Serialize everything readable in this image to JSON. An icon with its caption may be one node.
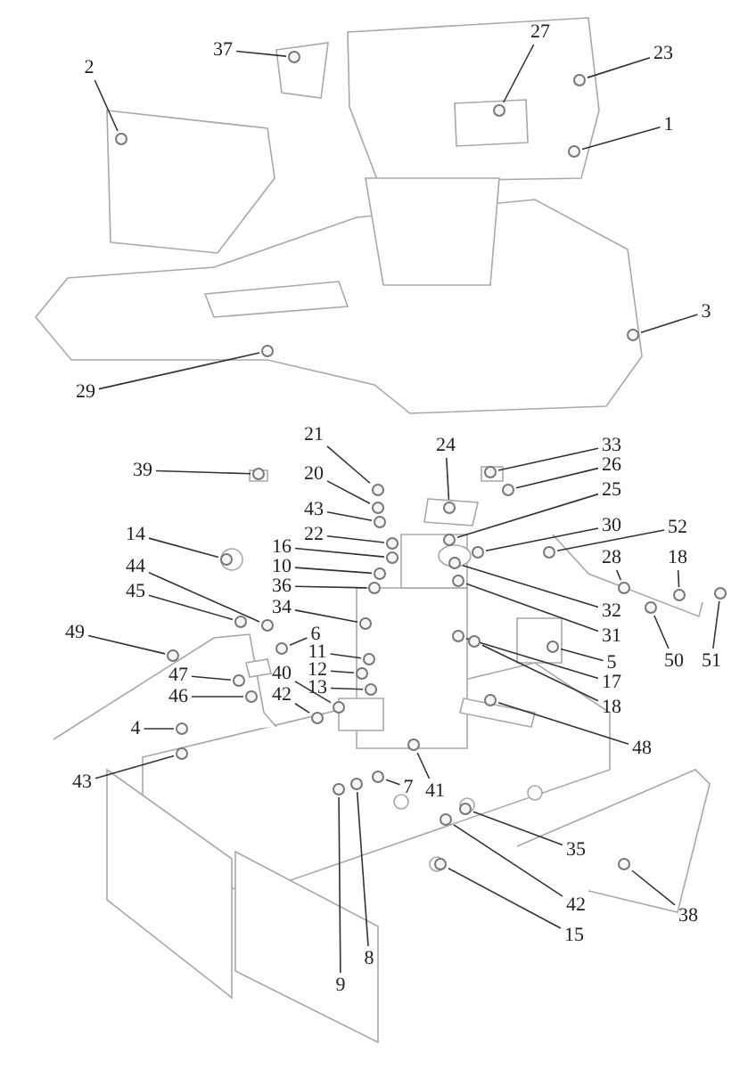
{
  "diagram": {
    "nodes": [
      {
        "text": [
          "37"
        ]
      },
      {
        "text": [
          "2"
        ]
      },
      {
        "text": [
          "27"
        ]
      },
      {
        "text": [
          "23"
        ]
      },
      {
        "text": [
          "1"
        ]
      },
      {
        "text": [
          "3"
        ]
      },
      {
        "text": [
          "29"
        ]
      },
      {
        "text": [
          "21"
        ]
      },
      {
        "text": [
          "24"
        ]
      },
      {
        "text": [
          "33"
        ]
      },
      {
        "text": [
          "39"
        ]
      },
      {
        "text": [
          "20"
        ]
      },
      {
        "text": [
          "26"
        ]
      },
      {
        "text": [
          "43"
        ]
      },
      {
        "text": [
          "25"
        ]
      },
      {
        "text": [
          "22"
        ]
      },
      {
        "text": [
          "30"
        ]
      },
      {
        "text": [
          "52"
        ]
      },
      {
        "text": [
          "14"
        ]
      },
      {
        "text": [
          "16"
        ]
      },
      {
        "text": [
          "10"
        ]
      },
      {
        "text": [
          "28"
        ]
      },
      {
        "text": [
          "18"
        ]
      },
      {
        "text": [
          "44"
        ]
      },
      {
        "text": [
          "36"
        ]
      },
      {
        "text": [
          "45"
        ]
      },
      {
        "text": [
          "34"
        ]
      },
      {
        "text": [
          "32"
        ]
      },
      {
        "text": [
          "49"
        ]
      },
      {
        "text": [
          "6"
        ]
      },
      {
        "text": [
          "31"
        ]
      },
      {
        "text": [
          "11"
        ]
      },
      {
        "text": [
          "50"
        ]
      },
      {
        "text": [
          "51"
        ]
      },
      {
        "text": [
          "5"
        ]
      },
      {
        "text": [
          "12"
        ]
      },
      {
        "text": [
          "40"
        ]
      },
      {
        "text": [
          "47"
        ]
      },
      {
        "text": [
          "17"
        ]
      },
      {
        "text": [
          "13"
        ]
      },
      {
        "text": [
          "42"
        ]
      },
      {
        "text": [
          "46"
        ]
      },
      {
        "text": [
          "18"
        ]
      },
      {
        "text": [
          "4"
        ]
      },
      {
        "text": [
          "48"
        ]
      },
      {
        "text": [
          "43"
        ]
      },
      {
        "text": [
          "7"
        ]
      },
      {
        "text": [
          "41"
        ]
      },
      {
        "text": [
          "35"
        ]
      },
      {
        "text": [
          "42"
        ]
      },
      {
        "text": [
          "38"
        ]
      },
      {
        "text": [
          "15"
        ]
      },
      {
        "text": [
          "8"
        ]
      },
      {
        "text": [
          "9"
        ]
      },
      {
        "text": [],
        "shape": "circle"
      },
      {
        "text": [],
        "shape": "circle"
      },
      {
        "text": [],
        "shape": "circle"
      },
      {
        "text": [],
        "shape": "circle"
      },
      {
        "text": [],
        "shape": "circle"
      },
      {
        "text": [],
        "shape": "circle"
      },
      {
        "text": [],
        "shape": "circle"
      },
      {
        "text": [],
        "shape": "circle"
      },
      {
        "text": [],
        "shape": "circle"
      },
      {
        "text": [],
        "shape": "circle"
      },
      {
        "text": [],
        "shape": "circle"
      },
      {
        "text": [],
        "shape": "circle"
      },
      {
        "text": [],
        "shape": "circle"
      },
      {
        "text": [],
        "shape": "circle"
      },
      {
        "text": [],
        "shape": "circle"
      },
      {
        "text": [],
        "shape": "circle"
      },
      {
        "text": [],
        "shape": "circle"
      },
      {
        "text": [],
        "shape": "circle"
      },
      {
        "text": [],
        "shape": "circle"
      },
      {
        "text": [],
        "shape": "circle"
      },
      {
        "text": [],
        "shape": "circle"
      },
      {
        "text": [],
        "shape": "circle"
      },
      {
        "text": [],
        "shape": "circle"
      },
      {
        "text": [],
        "shape": "circle"
      },
      {
        "text": [],
        "shape": "circle"
      },
      {
        "text": [],
        "shape": "circle"
      },
      {
        "text": [],
        "shape": "circle"
      },
      {
        "text": [],
        "shape": "circle"
      },
      {
        "text": [],
        "shape": "circle"
      },
      {
        "text": [],
        "shape": "circle"
      },
      {
        "text": [],
        "shape": "circle"
      },
      {
        "text": [],
        "shape": "circle"
      },
      {
        "text": [],
        "shape": "circle"
      },
      {
        "text": [],
        "shape": "circle"
      },
      {
        "text": [],
        "shape": "circle"
      },
      {
        "text": [],
        "shape": "circle"
      },
      {
        "text": [],
        "shape": "circle"
      },
      {
        "text": [],
        "shape": "circle"
      },
      {
        "text": [],
        "shape": "circle"
      },
      {
        "text": [],
        "shape": "circle"
      },
      {
        "text": [],
        "shape": "circle"
      },
      {
        "text": [],
        "shape": "circle"
      },
      {
        "text": [],
        "shape": "circle"
      },
      {
        "text": [],
        "shape": "circle"
      },
      {
        "text": [],
        "shape": "circle"
      },
      {
        "text": [],
        "shape": "circle"
      },
      {
        "text": [],
        "shape": "circle"
      },
      {
        "text": [],
        "shape": "circle"
      },
      {
        "text": [],
        "shape": "circle"
      },
      {
        "text": [],
        "shape": "circle"
      },
      {
        "text": [],
        "shape": "circle"
      },
      {
        "text": [],
        "shape": "circle"
      },
      {
        "text": [],
        "shape": "circle"
      },
      {
        "text": [],
        "shape": "circle"
      }
    ],
    "edges": [
      {
        "from": 0,
        "to": 54,
        "arrow": "none"
      },
      {
        "from": 1,
        "to": 55,
        "arrow": "none"
      },
      {
        "from": 2,
        "to": 56,
        "arrow": "none"
      },
      {
        "from": 3,
        "to": 57,
        "arrow": "none"
      },
      {
        "from": 4,
        "to": 58,
        "arrow": "none"
      },
      {
        "from": 5,
        "to": 59,
        "arrow": "none"
      },
      {
        "from": 6,
        "to": 60,
        "arrow": "none"
      },
      {
        "from": 7,
        "to": 61,
        "arrow": "none"
      },
      {
        "from": 8,
        "to": 62,
        "arrow": "none"
      },
      {
        "from": 9,
        "to": 63,
        "arrow": "none"
      },
      {
        "from": 10,
        "to": 64,
        "arrow": "none"
      },
      {
        "from": 11,
        "to": 65,
        "arrow": "none"
      },
      {
        "from": 12,
        "to": 66,
        "arrow": "none"
      },
      {
        "from": 13,
        "to": 67,
        "arrow": "none"
      },
      {
        "from": 14,
        "to": 68,
        "arrow": "none"
      },
      {
        "from": 15,
        "to": 69,
        "arrow": "none"
      },
      {
        "from": 16,
        "to": 70,
        "arrow": "none"
      },
      {
        "from": 17,
        "to": 71,
        "arrow": "none"
      },
      {
        "from": 18,
        "to": 72,
        "arrow": "none"
      },
      {
        "from": 19,
        "to": 73,
        "arrow": "none"
      },
      {
        "from": 20,
        "to": 74,
        "arrow": "none"
      },
      {
        "from": 21,
        "to": 75,
        "arrow": "none"
      },
      {
        "from": 22,
        "to": 76,
        "arrow": "none"
      },
      {
        "from": 23,
        "to": 77,
        "arrow": "none"
      },
      {
        "from": 24,
        "to": 78,
        "arrow": "none"
      },
      {
        "from": 25,
        "to": 79,
        "arrow": "none"
      },
      {
        "from": 26,
        "to": 80,
        "arrow": "none"
      },
      {
        "from": 27,
        "to": 81,
        "arrow": "none"
      },
      {
        "from": 28,
        "to": 82,
        "arrow": "none"
      },
      {
        "from": 29,
        "to": 83,
        "arrow": "none"
      },
      {
        "from": 30,
        "to": 84,
        "arrow": "none"
      },
      {
        "from": 31,
        "to": 85,
        "arrow": "none"
      },
      {
        "from": 32,
        "to": 86,
        "arrow": "none"
      },
      {
        "from": 33,
        "to": 87,
        "arrow": "none"
      },
      {
        "from": 34,
        "to": 88,
        "arrow": "none"
      },
      {
        "from": 35,
        "to": 89,
        "arrow": "none"
      },
      {
        "from": 36,
        "to": 90,
        "arrow": "none"
      },
      {
        "from": 37,
        "to": 91,
        "arrow": "none"
      },
      {
        "from": 38,
        "to": 92,
        "arrow": "none"
      },
      {
        "from": 39,
        "to": 93,
        "arrow": "none"
      },
      {
        "from": 40,
        "to": 94,
        "arrow": "none"
      },
      {
        "from": 41,
        "to": 95,
        "arrow": "none"
      },
      {
        "from": 42,
        "to": 96,
        "arrow": "none"
      },
      {
        "from": 43,
        "to": 97,
        "arrow": "none"
      },
      {
        "from": 44,
        "to": 98,
        "arrow": "none"
      },
      {
        "from": 45,
        "to": 99,
        "arrow": "none"
      },
      {
        "from": 46,
        "to": 100,
        "arrow": "none"
      },
      {
        "from": 47,
        "to": 101,
        "arrow": "none"
      },
      {
        "from": 48,
        "to": 102,
        "arrow": "none"
      },
      {
        "from": 49,
        "to": 103,
        "arrow": "none"
      },
      {
        "from": 50,
        "to": 104,
        "arrow": "none"
      },
      {
        "from": 51,
        "to": 105,
        "arrow": "none"
      },
      {
        "from": 52,
        "to": 106,
        "arrow": "none"
      },
      {
        "from": 53,
        "to": 107,
        "arrow": "none"
      }
    ]
  }
}
